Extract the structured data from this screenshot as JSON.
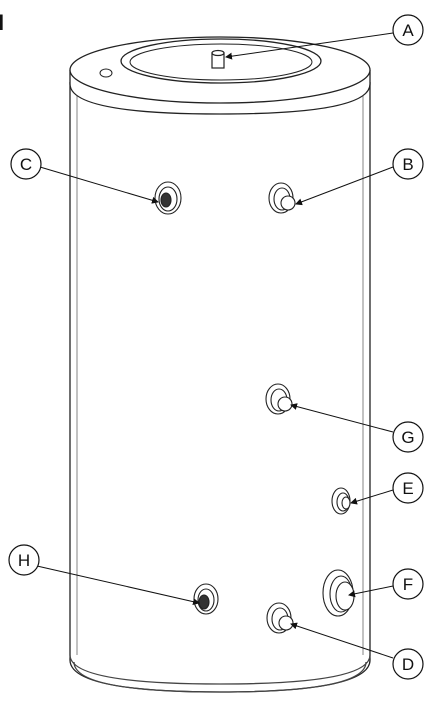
{
  "corner_mark": "I",
  "callouts": [
    {
      "id": "A",
      "label": "A"
    },
    {
      "id": "B",
      "label": "B"
    },
    {
      "id": "C",
      "label": "C"
    },
    {
      "id": "D",
      "label": "D"
    },
    {
      "id": "E",
      "label": "E"
    },
    {
      "id": "F",
      "label": "F"
    },
    {
      "id": "G",
      "label": "G"
    },
    {
      "id": "H",
      "label": "H"
    }
  ]
}
